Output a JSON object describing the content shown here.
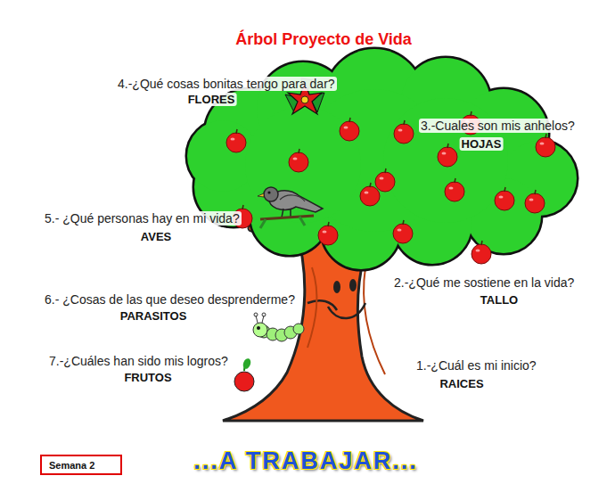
{
  "diagram": {
    "title": "Árbol Proyecto de Vida",
    "nodes": [
      {
        "text": [
          "Semana 2"
        ]
      }
    ],
    "labels": [
      "4.-¿Qué cosas bonitas tengo para dar?",
      "FLORES",
      "3.-Cuales son mis anhelos?",
      "HOJAS",
      "5.- ¿Qué personas hay en mi vida?",
      "AVES",
      "2.-¿Qué me sostiene en la vida?",
      "TALLO",
      "6.- ¿Cosas de las que deseo desprenderme?",
      "PARASITOS",
      "7.-¿Cuáles han sido mis logros?",
      "FRUTOS",
      "1.-¿Cuál es mi inicio?",
      "RAICES",
      "...A TRABAJAR..."
    ]
  }
}
